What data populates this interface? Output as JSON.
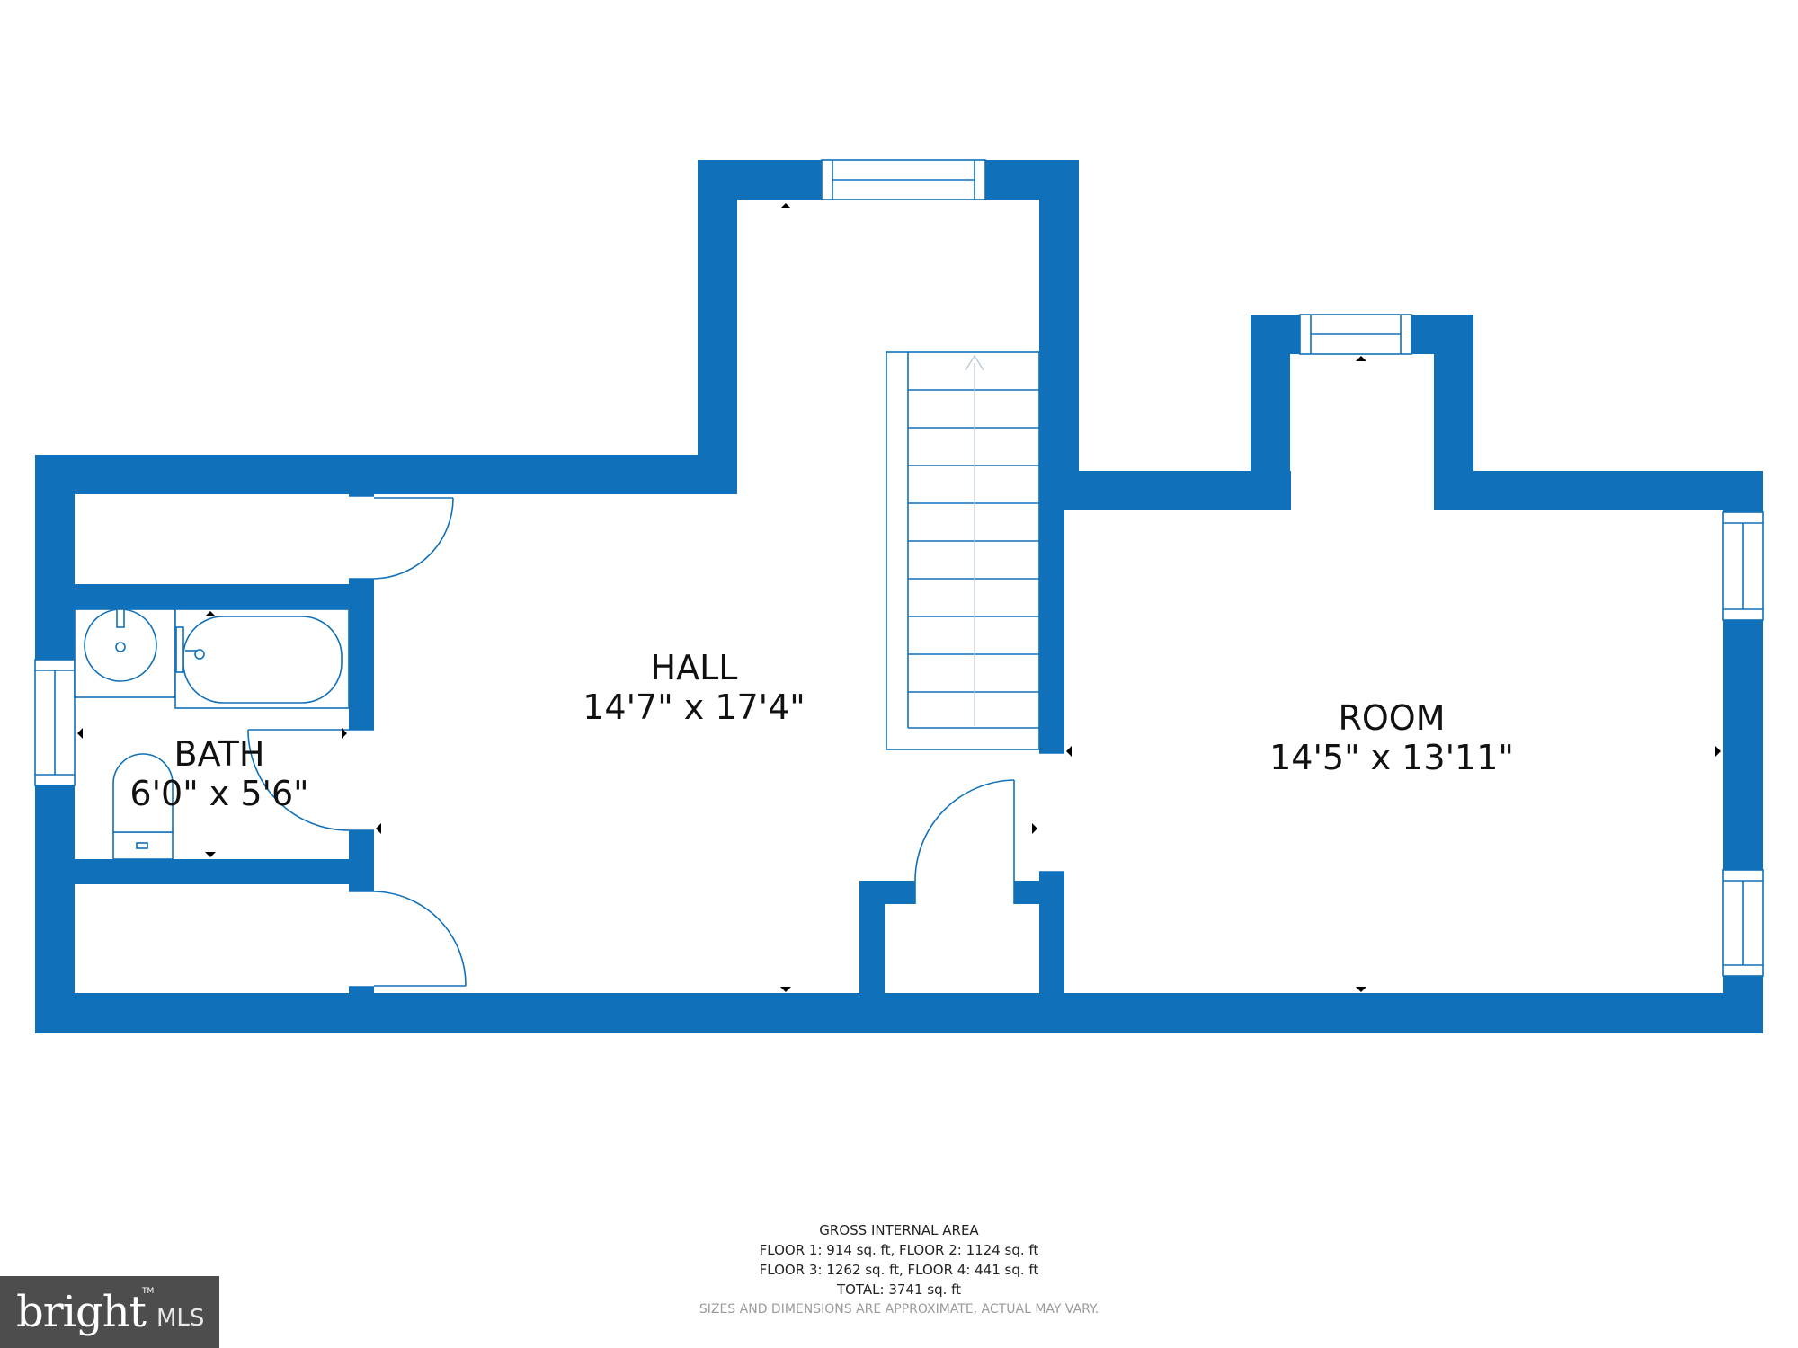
{
  "floorplan": {
    "rooms": [
      {
        "id": "hall",
        "name": "HALL",
        "dimensions": "14'7\" x 17'4\""
      },
      {
        "id": "room",
        "name": "ROOM",
        "dimensions": "14'5\" x 13'11\""
      },
      {
        "id": "bath",
        "name": "BATH",
        "dimensions": "6'0\" x 5'6\""
      }
    ],
    "wall_color": "#1071ba"
  },
  "footer": {
    "title": "GROSS INTERNAL AREA",
    "line1": "FLOOR 1: 914 sq. ft, FLOOR 2: 1124 sq. ft",
    "line2": "FLOOR 3: 1262 sq. ft, FLOOR 4: 441 sq. ft",
    "total": "TOTAL: 3741 sq. ft",
    "disclaimer": "SIZES AND DIMENSIONS ARE APPROXIMATE, ACTUAL MAY VARY."
  },
  "logo": {
    "brand": "bright",
    "suffix": "MLS",
    "tm": "TM"
  }
}
